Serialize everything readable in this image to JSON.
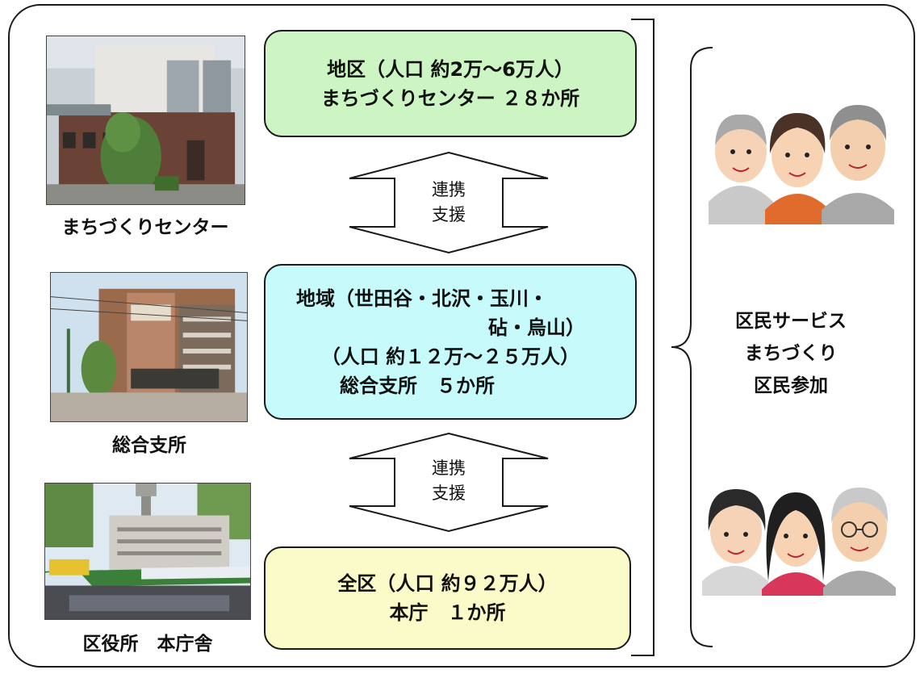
{
  "photos": {
    "center": {
      "caption": "まちづくりセンター"
    },
    "branch": {
      "caption": "総合支所"
    },
    "office": {
      "caption": "区役所　本庁舎"
    }
  },
  "boxes": {
    "district": {
      "lines": [
        "地区（人口 約2万～6万人）",
        "まちづくりセンター ２８か所"
      ],
      "color": "#ccf5c3"
    },
    "area": {
      "lines": [
        "地域（世田谷・北沢・玉川・",
        "砧・烏山）",
        "（人口 約１２万～２５万人）",
        "総合支所　５か所"
      ],
      "color": "#c7fbfb"
    },
    "ward": {
      "lines": [
        "全区（人口 約９２万人）",
        "本庁　１か所"
      ],
      "color": "#fbfbc9"
    }
  },
  "arrows": [
    {
      "line1": "連携",
      "line2": "支援"
    },
    {
      "line1": "連携",
      "line2": "支援"
    }
  ],
  "right_label": {
    "lines": [
      "区民サービス",
      "まちづくり",
      "区民参加"
    ]
  },
  "icons": {
    "people_top": "citizens-group-illustration",
    "people_bottom": "citizens-group-illustration"
  }
}
